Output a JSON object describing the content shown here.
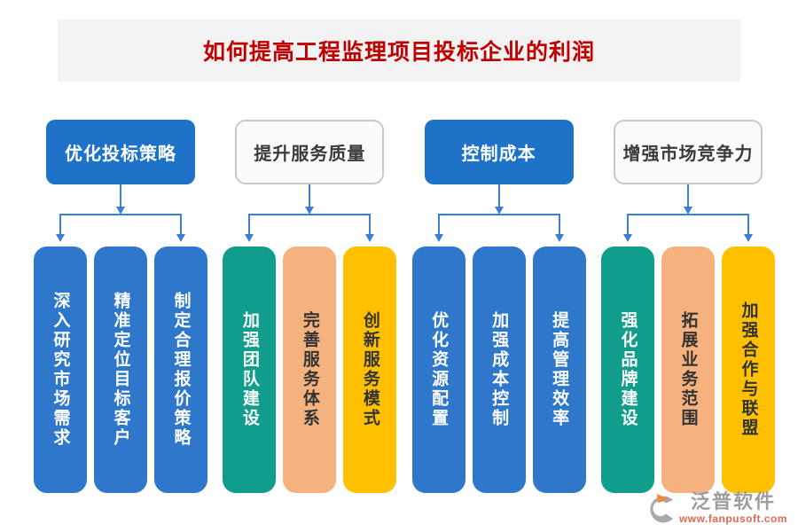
{
  "title": "如何提高工程监理项目投标企业的利润",
  "colors": {
    "title_red": "#c00000",
    "title_band_gray": "#f2f2f2",
    "category_blue": "#1e73c9",
    "pill_blue": "#2e77cb",
    "pill_green": "#119d8b",
    "pill_peach": "#f5b27f",
    "pill_yellow": "#ffc000",
    "connector_blue": "#3a7ed8",
    "logo_gray": "#9e9e9e",
    "logo_orange": "#e4684f"
  },
  "groups": [
    {
      "label": "优化投标策略",
      "box_style": "blue",
      "items": [
        {
          "text": "深入研究市场需求",
          "color": "blue"
        },
        {
          "text": "精准定位目标客户",
          "color": "blue"
        },
        {
          "text": "制定合理报价策略",
          "color": "blue"
        }
      ]
    },
    {
      "label": "提升服务质量",
      "box_style": "white",
      "items": [
        {
          "text": "加强团队建设",
          "color": "green"
        },
        {
          "text": "完善服务体系",
          "color": "peach"
        },
        {
          "text": "创新服务模式",
          "color": "yellow"
        }
      ]
    },
    {
      "label": "控制成本",
      "box_style": "blue",
      "items": [
        {
          "text": "优化资源配置",
          "color": "blue"
        },
        {
          "text": "加强成本控制",
          "color": "blue"
        },
        {
          "text": "提高管理效率",
          "color": "blue"
        }
      ]
    },
    {
      "label": "增强市场竞争力",
      "box_style": "white",
      "items": [
        {
          "text": "强化品牌建设",
          "color": "green"
        },
        {
          "text": "拓展业务范围",
          "color": "peach"
        },
        {
          "text": "加强合作与联盟",
          "color": "yellow"
        }
      ]
    }
  ],
  "logo": {
    "name": "泛普软件",
    "url": "www.fanpusoft.com"
  }
}
